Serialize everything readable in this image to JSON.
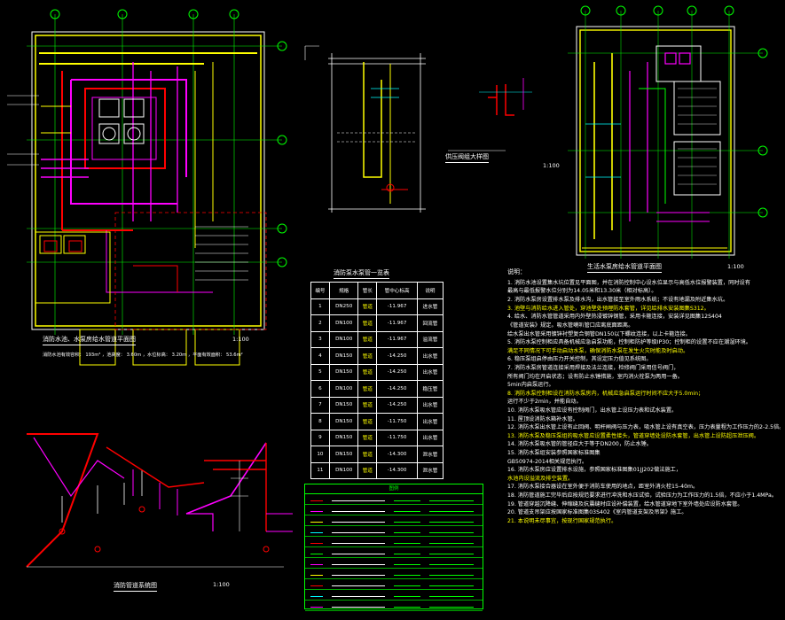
{
  "plans": {
    "left_title": "消防水池、水泵房给水管道平面图",
    "left_scale": "1:100",
    "right_title": "生活水泵房给水管道平面图",
    "right_scale": "1:100",
    "system_title": "消防管道系统图",
    "system_scale": "1:100",
    "riser_title": "供压阀组大样图",
    "riser_scale": "1:100",
    "left_bottom_note": "消防水池有效容积：  193m³   ，池高度：  3.60m   ，水位标高：  3.20m   ，平面有效面积：  53.6m²"
  },
  "pipe_table": {
    "title": "消防泵水泵管一览表",
    "headers": [
      "编号",
      "规格",
      "管长",
      "管中心标高",
      "说明"
    ],
    "rows": [
      [
        "1",
        "DN250",
        "管道",
        "-11.967",
        "进水管"
      ],
      [
        "2",
        "DN100",
        "管道",
        "-11.967",
        "回流管"
      ],
      [
        "3",
        "DN100",
        "管道",
        "-11.967",
        "溢流管"
      ],
      [
        "4",
        "DN150",
        "管道",
        "-14.250",
        "出水管"
      ],
      [
        "5",
        "DN150",
        "管道",
        "-14.250",
        "出水管"
      ],
      [
        "6",
        "DN100",
        "管道",
        "-14.250",
        "稳压管"
      ],
      [
        "7",
        "DN150",
        "管道",
        "-14.250",
        "出水管"
      ],
      [
        "8",
        "DN150",
        "管道",
        "-11.750",
        "出水管"
      ],
      [
        "9",
        "DN150",
        "管道",
        "-11.750",
        "出水管"
      ],
      [
        "10",
        "DN150",
        "管道",
        "-14.300",
        "泄水管"
      ],
      [
        "11",
        "DN100",
        "管道",
        "-14.300",
        "泄水管"
      ]
    ]
  },
  "legend": {
    "title": "图例"
  },
  "notes": {
    "heading": "说明：",
    "lines": [
      "1. 消防水池设置集水坑位置见平面图，并在消防控制中心设水位显示与高低水位报警装置，同时设有",
      "   最高与最低报警水位分别为14.05米和13.30米（相对标高）。",
      "2. 消防水泵房设置排水泵及排水沟，出水管接至室外雨水系统；不设有地漏及附近集水坑。",
      "3. 池壁与消防给水进入管处，穿池壁处预埋防水套管，详见给排水安装图集S312。",
      "4. 给水、消防水管管道采用内外壁热浸镀锌钢管，采用卡箍连接，安装详见图集12S404",
      "   《管道安装》规定。吸水管喇叭管口应离底面距离。",
      "   给水泵出水管采用镀锌衬塑复合钢管DN150以下螺纹连接，以上卡箍连接。",
      "5. 消防水泵控制柜应具备机械应急启泵功能，控制柜防护等级IP30；控制柜的设置不应在潮湿环境。",
      "   满足不同情况下可手动启动水泵，确保消防水泵在发生火灾时能及时启动。",
      "6. 稳压泵组启停由压力开关控制，其设定压力值见系统图。",
      "7. 消防水泵房管道连接采用焊接及法兰连接，检修阀门采用信号阀门，",
      "   所有阀门均在开启状态；设有防止水锤措施，室内消火栓泵为两用一备。",
      "   5min内启泵运行。",
      "8. 消防水泵控制柜设在消防水泵房内，机械应急启泵运行时间不应大于5.0min；",
      "   运行不少于2min，并能自动。",
      "10. 消防水泵吸水管应设有控制阀门，出水管上设压力表和试水装置。",
      "11. 屋顶设消防水箱补水管。",
      "12. 消防水泵出水管上设有止回阀、明杆闸阀与压力表，吸水管上设有真空表，压力表量程为工作压力的2-2.5倍。",
      "13. 消防水泵及稳压泵组的吸水管应设置柔性接头，管道穿墙处设防水套管，出水管上设防超压泄压阀。",
      "14. 消防水泵吸水管的管径应大于等于DN200，防止水锤。",
      "15. 消防水泵组安装参照国家标准图集",
      "    GB50974-2014相关规范执行。",
      "16. 消防水泵房应设置排水设施，参照国家标准图集01JJ202做法施工，",
      "    水池内设溢流及排空装置。",
      "17. 消防水泵接合器设在室外便于消防车使用的地点，距室外消火栓15-40m。",
      "18. 消防管道施工完毕后应按规范要求进行冲洗和水压试验，试验压力为工作压力的1.5倍，不应小于1.4MPa。",
      "19. 管道穿越沉降缝、伸缩缝及抗震缝时应设补偿装置，给水管道穿地下室外墙处应设防水套管。",
      "20. 管道支吊架应按国家标准图集03S402《室内管道支架及吊架》施工。",
      "21. 本说明未尽事宜，按现行国家规范执行。"
    ]
  }
}
